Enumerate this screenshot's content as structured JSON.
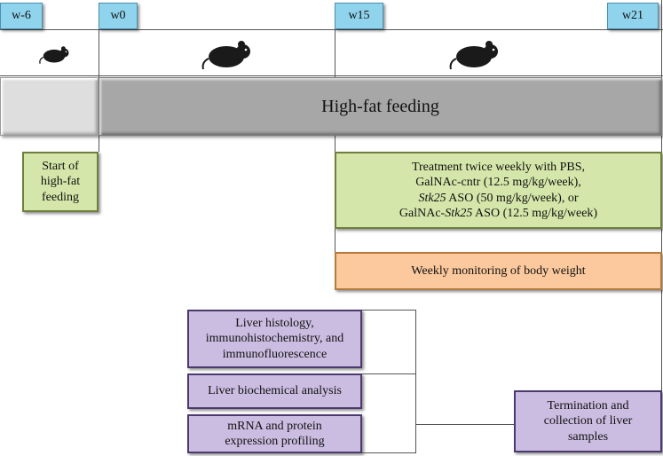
{
  "weeks": [
    "w-6",
    "w0",
    "w15",
    "w21"
  ],
  "icons": {
    "mouse": "mouse-icon"
  },
  "bar_label": "High-fat feeding",
  "start_box": "Start of\nhigh-fat\nfeeding",
  "treatment": {
    "line1": "Treatment twice weekly with PBS,",
    "line2": "GalNAc-cntr (12.5 mg/kg/week),",
    "line3_italic": "Stk25",
    "line3_rest": " ASO (50 mg/kg/week), or",
    "line4_pre": "GalNAc-",
    "line4_italic": "Stk25",
    "line4_rest": " ASO (12.5 mg/kg/week)"
  },
  "monitoring": "Weekly monitoring of body weight",
  "termination": "Termination and\ncollection of liver\nsamples",
  "analyses": [
    "Liver histology,\nimmunohistochemistry, and\nimmunofluorescence",
    "Liver biochemical analysis",
    "mRNA and protein\nexpression profiling"
  ],
  "colors": {
    "tag": "#8fd3ec",
    "bar_light": "#dedede",
    "bar_dark": "#a7a7a7",
    "green": "#d4e6a9",
    "orange": "#fbc99d",
    "purple": "#cbbde1"
  }
}
